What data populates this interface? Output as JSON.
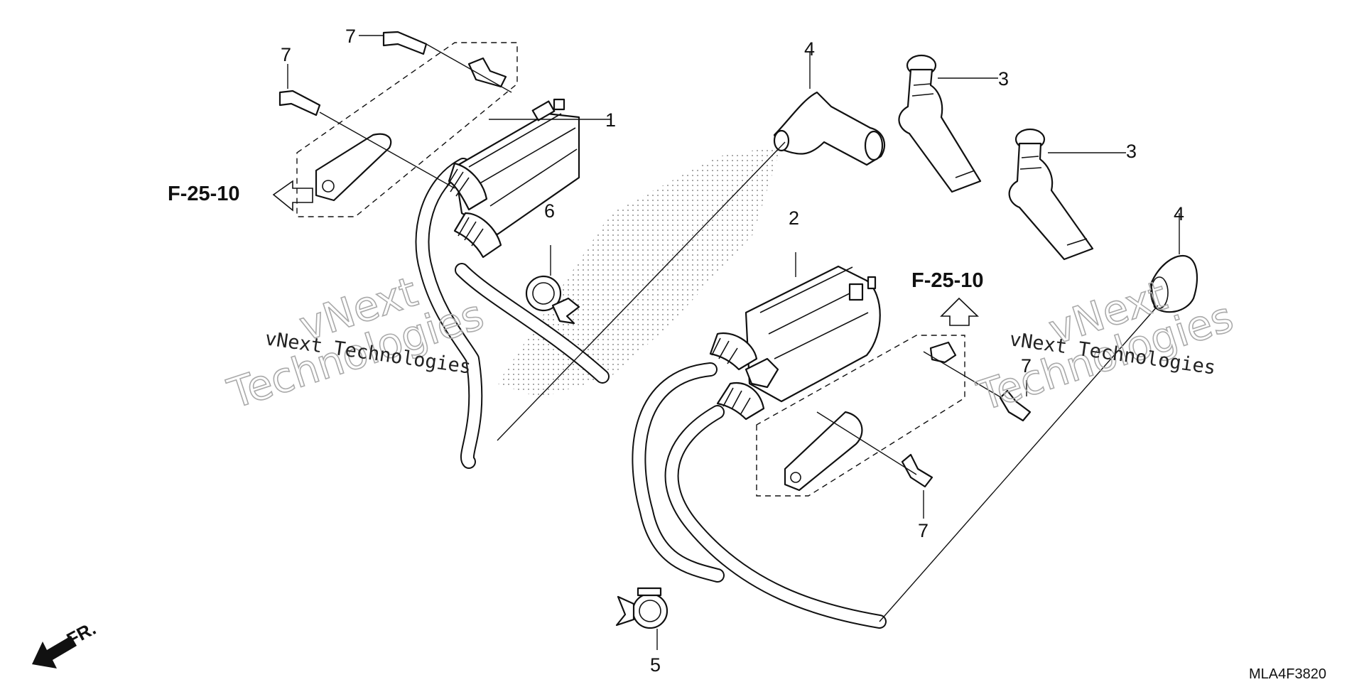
{
  "diagram": {
    "callouts": [
      {
        "id": "c1",
        "label": "1"
      },
      {
        "id": "c2",
        "label": "2"
      },
      {
        "id": "c3a",
        "label": "3"
      },
      {
        "id": "c3b",
        "label": "3"
      },
      {
        "id": "c4a",
        "label": "4"
      },
      {
        "id": "c4b",
        "label": "4"
      },
      {
        "id": "c5",
        "label": "5"
      },
      {
        "id": "c6",
        "label": "6"
      },
      {
        "id": "c7a",
        "label": "7"
      },
      {
        "id": "c7b",
        "label": "7"
      },
      {
        "id": "c7c",
        "label": "7"
      },
      {
        "id": "c7d",
        "label": "7"
      }
    ],
    "references": [
      "F-25-10",
      "F-25-10"
    ],
    "front_marker": "FR.",
    "diagram_code": "MLA4F3820",
    "watermark": {
      "line_small": "vNext Technologies",
      "line_big_1": "vNext",
      "line_big_2": "Technologies"
    }
  }
}
